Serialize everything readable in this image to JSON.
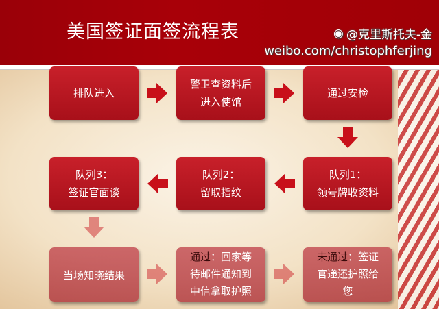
{
  "title": "美国签证面签流程表",
  "steps": [
    {
      "lines": [
        "排队进入"
      ]
    },
    {
      "lines": [
        "警卫查资料后",
        "进入使馆"
      ]
    },
    {
      "lines": [
        "通过安检"
      ]
    },
    {
      "lines": [
        "队列1：",
        "领号牌收资料"
      ]
    },
    {
      "lines": [
        "队列2：",
        "留取指纹"
      ]
    },
    {
      "lines": [
        "队列3：",
        "签证官面谈"
      ]
    },
    {
      "lines": [
        "当场知晓结果"
      ]
    },
    {
      "head": "通过",
      "rest": "：回家等",
      "lines": [
        "待邮件通知到",
        "中信拿取护照"
      ]
    },
    {
      "head": "未通过",
      "rest": "：签证",
      "lines": [
        "官递还护照给",
        "您"
      ]
    }
  ],
  "watermark": {
    "handle": "@克里斯托夫-金",
    "url": "weibo.com/christophferjing",
    "icon": "weibo-logo-icon"
  },
  "colors": {
    "header": "#a00008",
    "box": "#b8141e",
    "arrow": "#c8101a"
  }
}
